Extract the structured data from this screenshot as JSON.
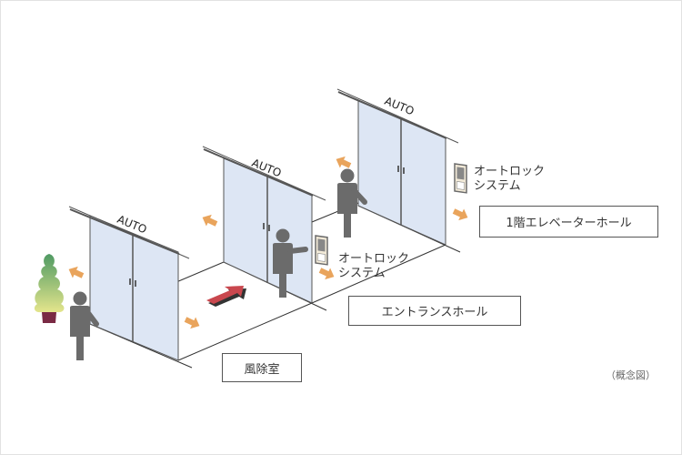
{
  "doors": [
    {
      "label": "AUTO"
    },
    {
      "label": "AUTO"
    },
    {
      "label": "AUTO"
    }
  ],
  "intercoms": [
    {
      "line1": "オートロック",
      "line2": "システム"
    },
    {
      "line1": "オートロック",
      "line2": "システム"
    }
  ],
  "areas": {
    "vestibule": "風除室",
    "entrance_hall": "エントランスホール",
    "elevator_hall": "1階エレベーターホール"
  },
  "note": "（概念図）",
  "colors": {
    "glass": "#dde6f4",
    "person": "#6b6b6b",
    "arrow_orange": "#e9a45c",
    "arrow_red": "#c9474e",
    "pot": "#7a2a44",
    "tree_top": "#4f9a63",
    "tree_bottom": "#e4e58c"
  },
  "icons": [
    "person-icon",
    "door-open-arrow-icon",
    "direction-arrow-icon",
    "intercom-icon",
    "plant-icon"
  ]
}
